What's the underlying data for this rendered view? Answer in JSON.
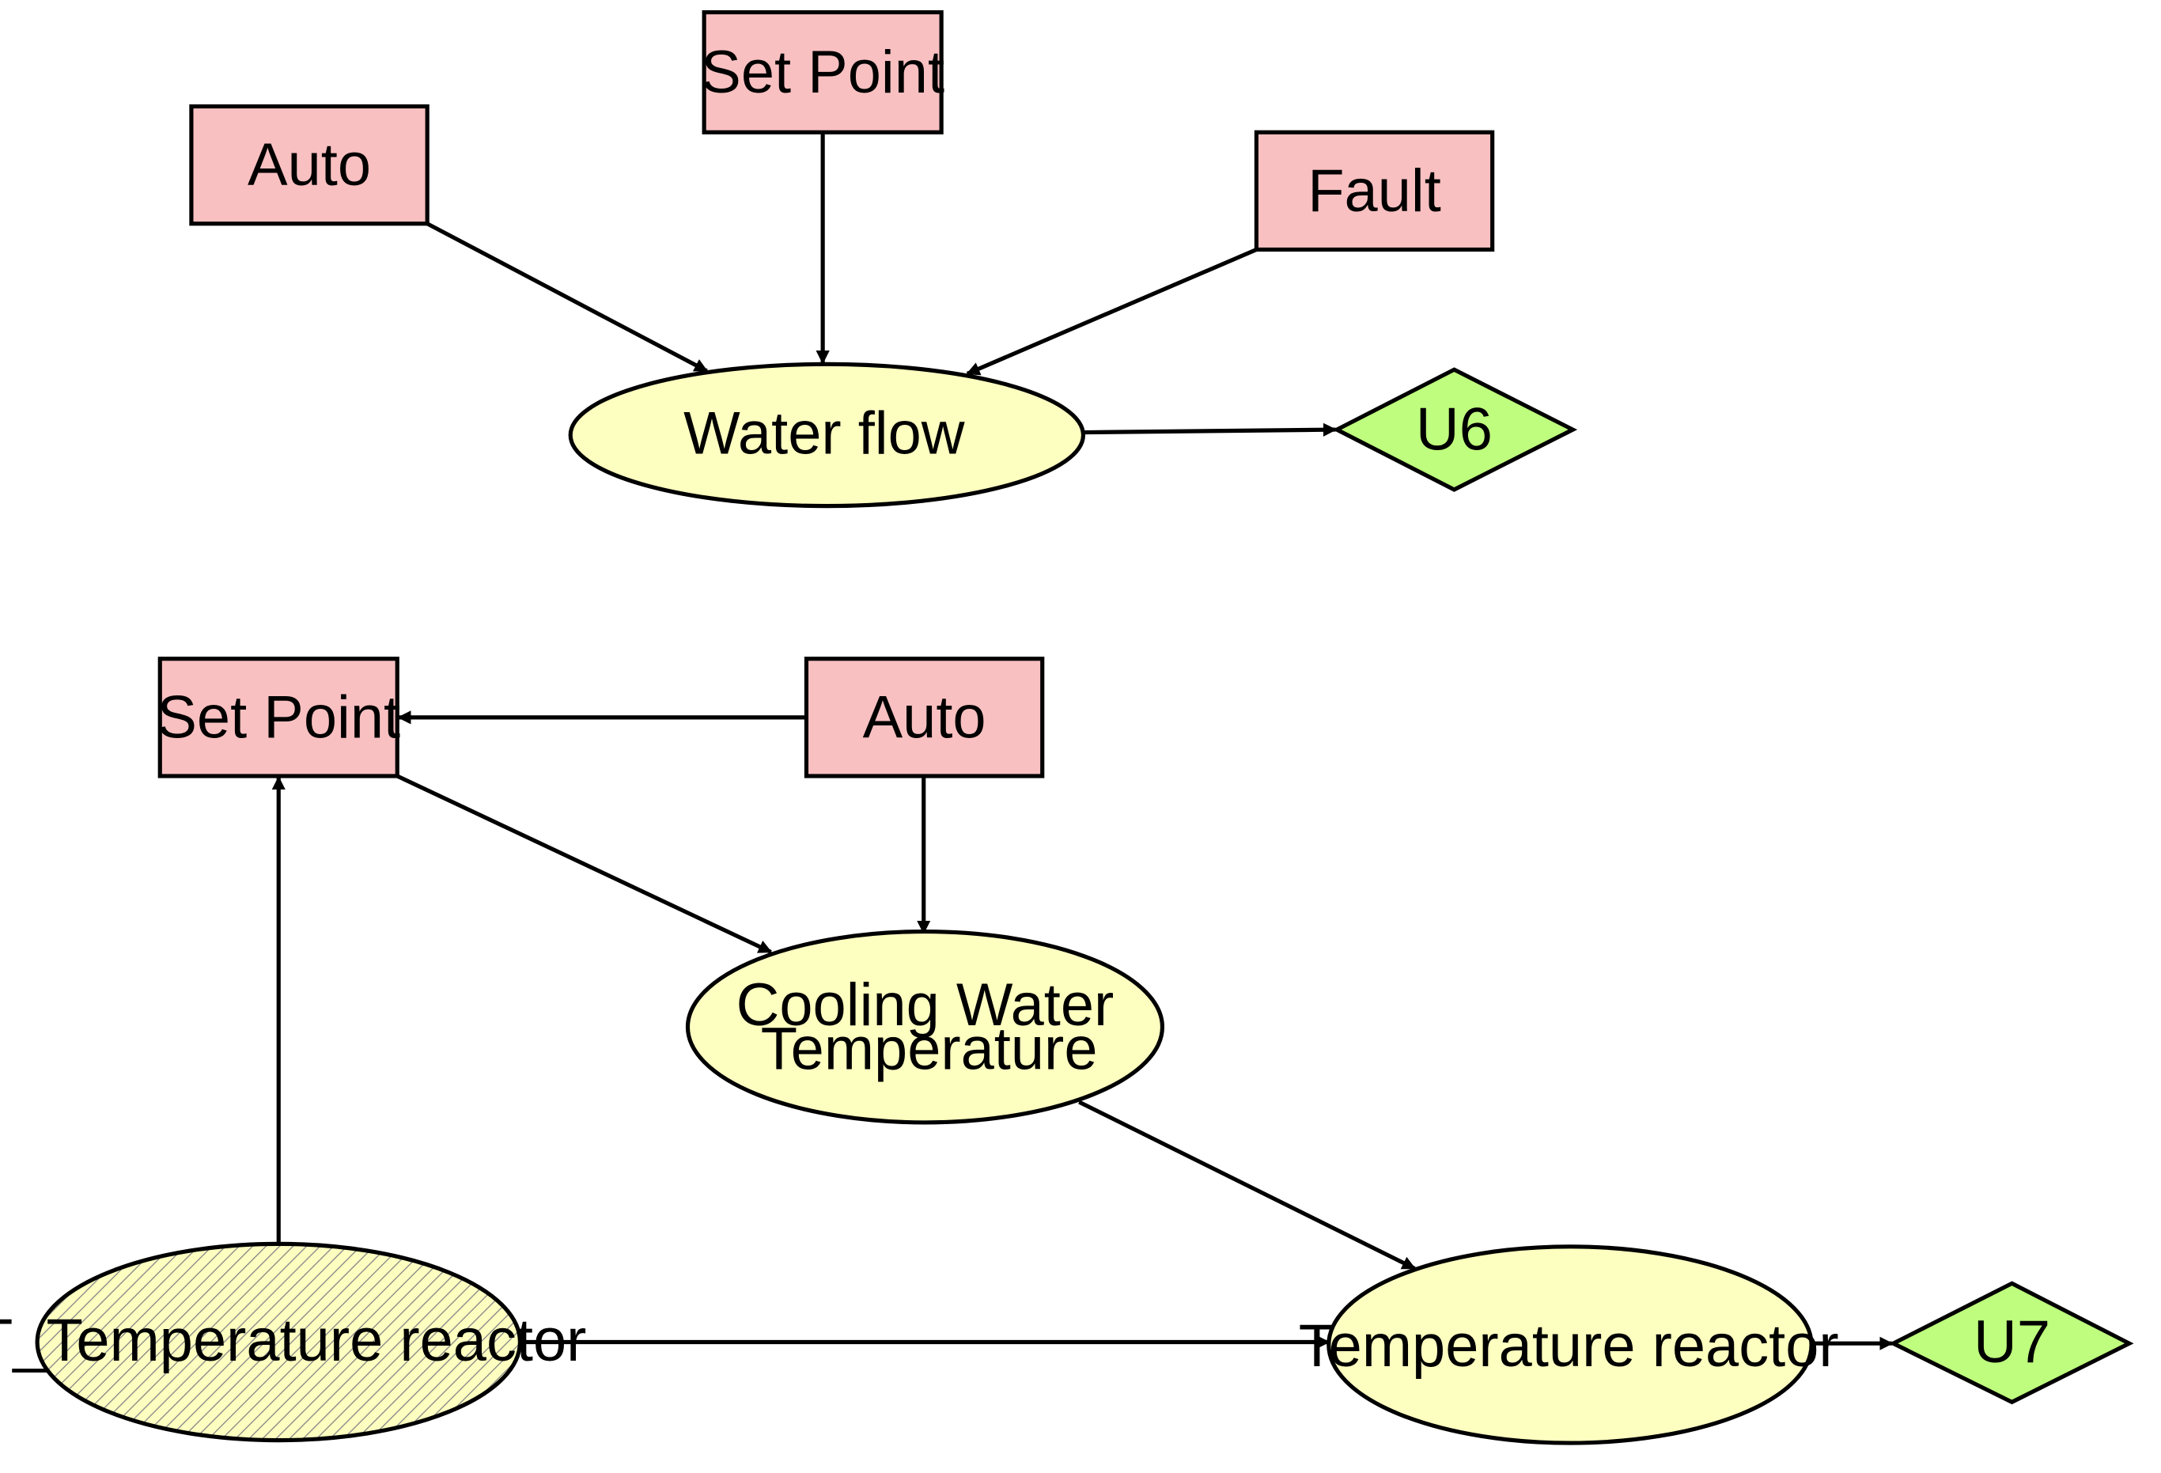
{
  "colors": {
    "decision_fill": "#f9c0c1",
    "chance_fill": "#fdffc0",
    "utility_fill": "#bffd7e",
    "stroke": "#000000",
    "hatch_line": "#8a8a8a"
  },
  "diagram_1": {
    "decision_nodes": {
      "auto": "Auto",
      "set_point": "Set Point",
      "fault": "Fault"
    },
    "chance_nodes": {
      "water_flow": "Water flow"
    },
    "utility_nodes": {
      "u6": "U6"
    },
    "edges": [
      {
        "from": "Auto",
        "to": "Water flow"
      },
      {
        "from": "Set Point",
        "to": "Water flow"
      },
      {
        "from": "Fault",
        "to": "Water flow"
      },
      {
        "from": "Water flow",
        "to": "U6"
      }
    ]
  },
  "diagram_2": {
    "decision_nodes": {
      "set_point": "Set Point",
      "auto": "Auto"
    },
    "chance_nodes": {
      "cooling_line1": "Cooling Water",
      "cooling_line2": "Temperature",
      "t_temperature_reactor": "T_Temperature reactor",
      "temperature_reactor": "Temperature reactor"
    },
    "utility_nodes": {
      "u7": "U7"
    },
    "edges": [
      {
        "from": "Auto",
        "to": "Set Point"
      },
      {
        "from": "Auto",
        "to": "Cooling Water Temperature"
      },
      {
        "from": "Set Point",
        "to": "Cooling Water Temperature"
      },
      {
        "from": "T_Temperature reactor",
        "to": "Set Point"
      },
      {
        "from": "Cooling Water Temperature",
        "to": "Temperature reactor"
      },
      {
        "from": "T_Temperature reactor",
        "to": "Temperature reactor"
      },
      {
        "from": "Temperature reactor",
        "to": "U7"
      }
    ]
  }
}
